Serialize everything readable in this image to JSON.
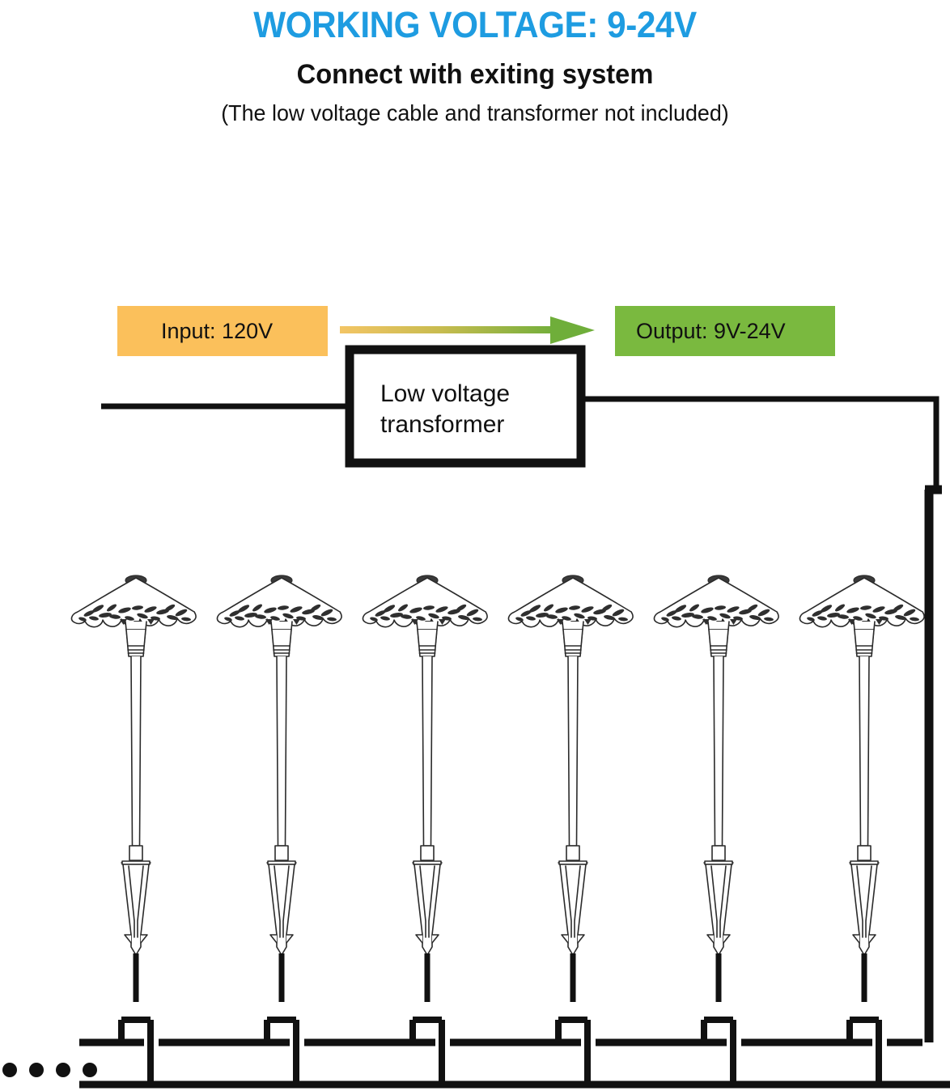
{
  "headings": {
    "title": "WORKING VOLTAGE: 9-24V",
    "subtitle": "Connect with exiting system",
    "note": "(The low voltage cable and transformer not included)"
  },
  "colors": {
    "title_blue": "#1e9ce1",
    "input_badge_bg": "#fbc05b",
    "output_badge_bg": "#7ab93f",
    "arrow_start": "#f0c060",
    "arrow_end": "#6fae3a",
    "wire_black": "#111111",
    "lamp_stroke": "#2b2b2b",
    "background": "#ffffff"
  },
  "diagram": {
    "input_badge": {
      "label": "Input: 120V",
      "icon": "power-input-icon"
    },
    "output_badge": {
      "label": "Output: 9V-24V",
      "icon": "power-output-icon"
    },
    "arrow": {
      "name": "conversion-arrow",
      "direction": "right"
    },
    "transformer_box": {
      "line1": "Low voltage",
      "line2": "transformer"
    },
    "lamps": {
      "count": 6,
      "icon": "path-light-icon",
      "centers_x": [
        168,
        348,
        528,
        708,
        888,
        1068
      ]
    },
    "cable": {
      "name": "low-voltage-cable",
      "continuation_dots": 4
    }
  }
}
